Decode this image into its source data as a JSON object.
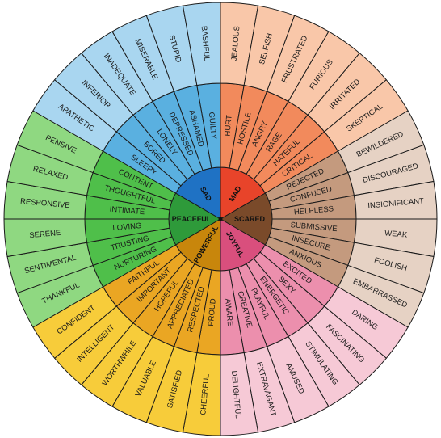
{
  "wheel": {
    "sectors": [
      {
        "core": "MAD",
        "colors": {
          "inner": "#e8442a",
          "middle": "#f28a5c",
          "outer": "#f9c7a9"
        },
        "middle": [
          "HURT",
          "HOSTILE",
          "ANGRY",
          "RAGE",
          "HATEFUL",
          "CRITICAL"
        ],
        "outer": [
          "JEALOUS",
          "SELFISH",
          "FRUSTRATED",
          "FURIOUS",
          "IRRITATED",
          "SKEPTICAL"
        ]
      },
      {
        "core": "SCARED",
        "colors": {
          "inner": "#7a4a2a",
          "middle": "#c49a7e",
          "outer": "#e6d2c4"
        },
        "middle": [
          "REJECTED",
          "CONFUSED",
          "HELPLESS",
          "SUBMISSIVE",
          "INSECURE",
          "ANXIOUS"
        ],
        "outer": [
          "BEWILDERED",
          "DISCOURAGED",
          "INSIGNIFICANT",
          "WEAK",
          "FOOLISH",
          "EMBARRASSED"
        ]
      },
      {
        "core": "JOYFUL",
        "colors": {
          "inner": "#d94f7d",
          "middle": "#ec8fad",
          "outer": "#f6c9d6"
        },
        "middle": [
          "EXCITED",
          "SEXY",
          "ENERGETIC",
          "PLAYFUL",
          "CREATIVE",
          "AWARE"
        ],
        "outer": [
          "DARING",
          "FASCINATING",
          "STIMULATING",
          "AMUSED",
          "EXTRAVAGANT",
          "DELIGHTFUL"
        ]
      },
      {
        "core": "POWERFUL",
        "colors": {
          "inner": "#c8860c",
          "middle": "#eaa623",
          "outer": "#f7cc3a"
        },
        "middle": [
          "PROUD",
          "RESPECTED",
          "APPRECIATED",
          "HOPEFUL",
          "IMPORTANT",
          "FAITHFUL"
        ],
        "outer": [
          "CHEERFUL",
          "SATISFIED",
          "VALUABLE",
          "WORTHWHILE",
          "INTELLIGENT",
          "CONFIDENT"
        ]
      },
      {
        "core": "PEACEFUL",
        "colors": {
          "inner": "#2e9a3a",
          "middle": "#4fbf4a",
          "outer": "#8fd881"
        },
        "middle": [
          "NURTURING",
          "TRUSTING",
          "LOVING",
          "INTIMATE",
          "THOUGHTFUL",
          "CONTENT"
        ],
        "outer": [
          "THANKFUL",
          "SENTIMENTAL",
          "SERENE",
          "RESPONSIVE",
          "RELAXED",
          "PENSIVE"
        ]
      },
      {
        "core": "SAD",
        "colors": {
          "inner": "#1f72c4",
          "middle": "#5ab0e0",
          "outer": "#a9d6f0"
        },
        "middle": [
          "SLEEPY",
          "BORED",
          "LONELY",
          "DEPRESSED",
          "ASHAMED",
          "GUILTY"
        ],
        "outer": [
          "APATHETIC",
          "INFERIOR",
          "INADEQUATE",
          "MISERABLE",
          "STUPID",
          "BASHFUL"
        ]
      }
    ]
  }
}
